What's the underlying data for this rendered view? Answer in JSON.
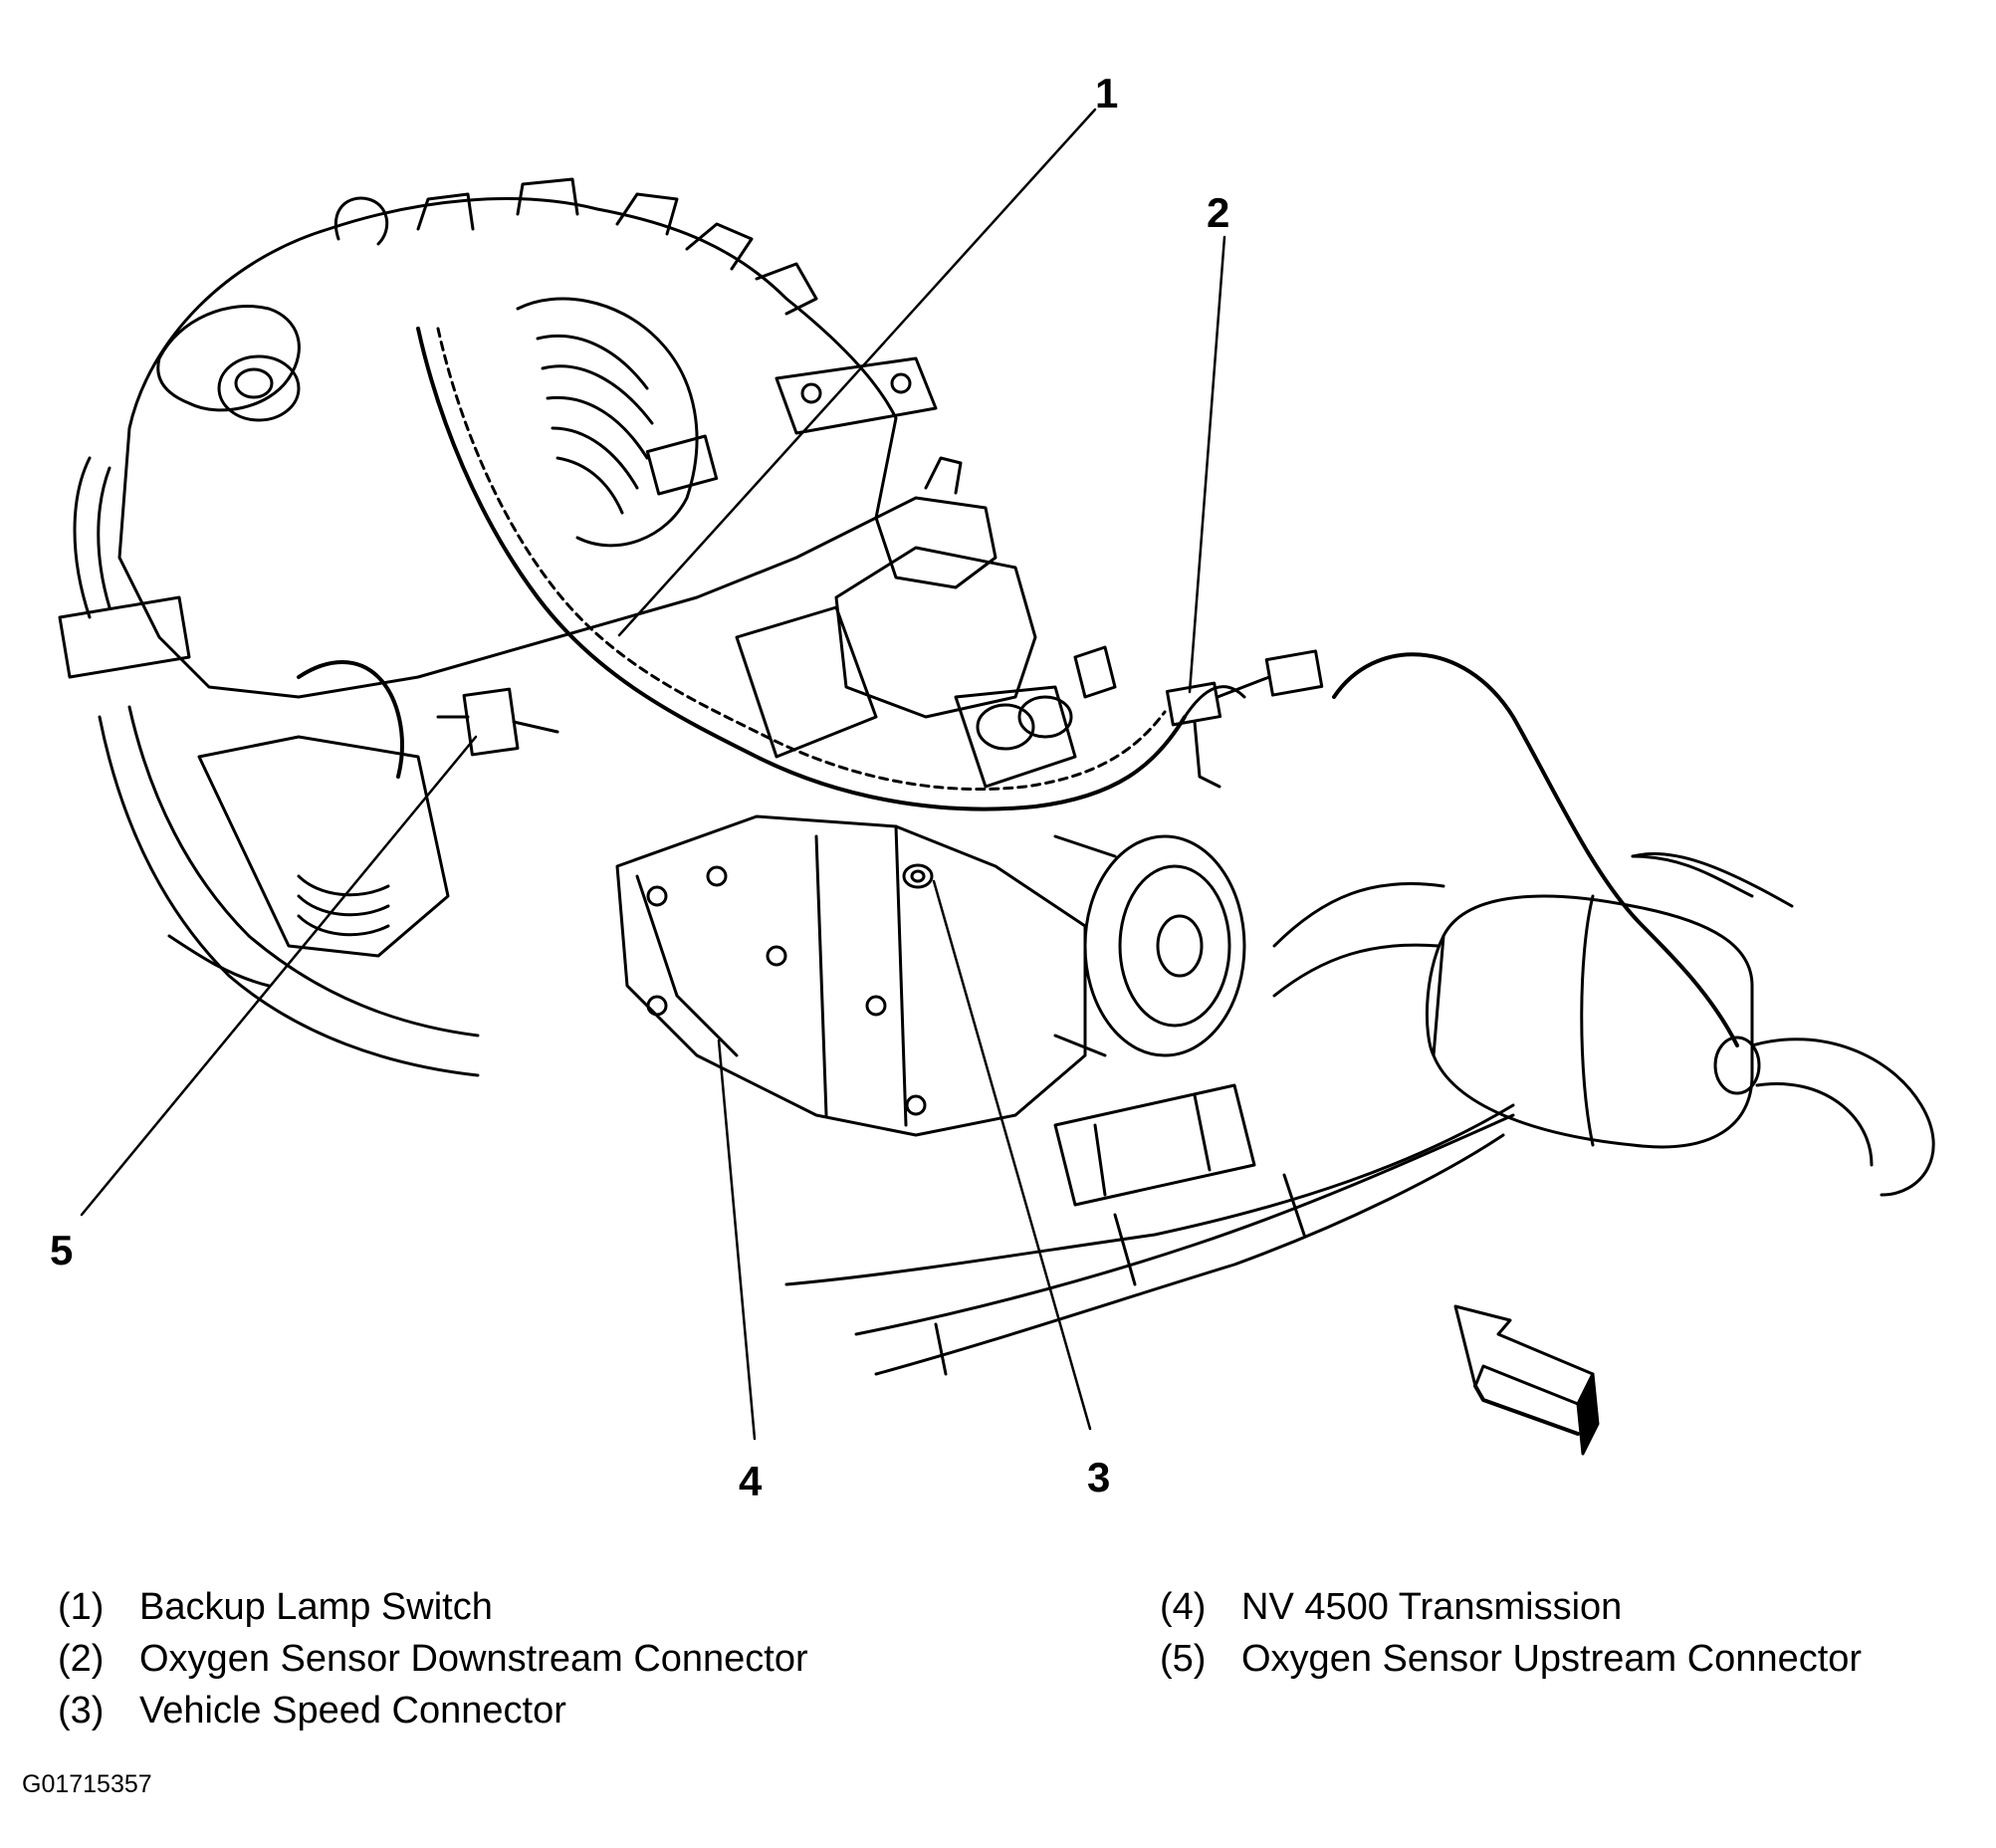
{
  "figure_id": "G01715357",
  "callouts": [
    "1",
    "2",
    "3",
    "4",
    "5"
  ],
  "legend": {
    "left": [
      {
        "num": "(1)",
        "label": "Backup Lamp Switch"
      },
      {
        "num": "(2)",
        "label": "Oxygen Sensor Downstream Connector"
      },
      {
        "num": "(3)",
        "label": "Vehicle Speed Connector"
      }
    ],
    "right": [
      {
        "num": "(4)",
        "label": "NV 4500 Transmission"
      },
      {
        "num": "(5)",
        "label": "Oxygen Sensor Upstream Connector"
      }
    ]
  },
  "colors": {
    "ink": "#000000",
    "background": "#ffffff"
  }
}
